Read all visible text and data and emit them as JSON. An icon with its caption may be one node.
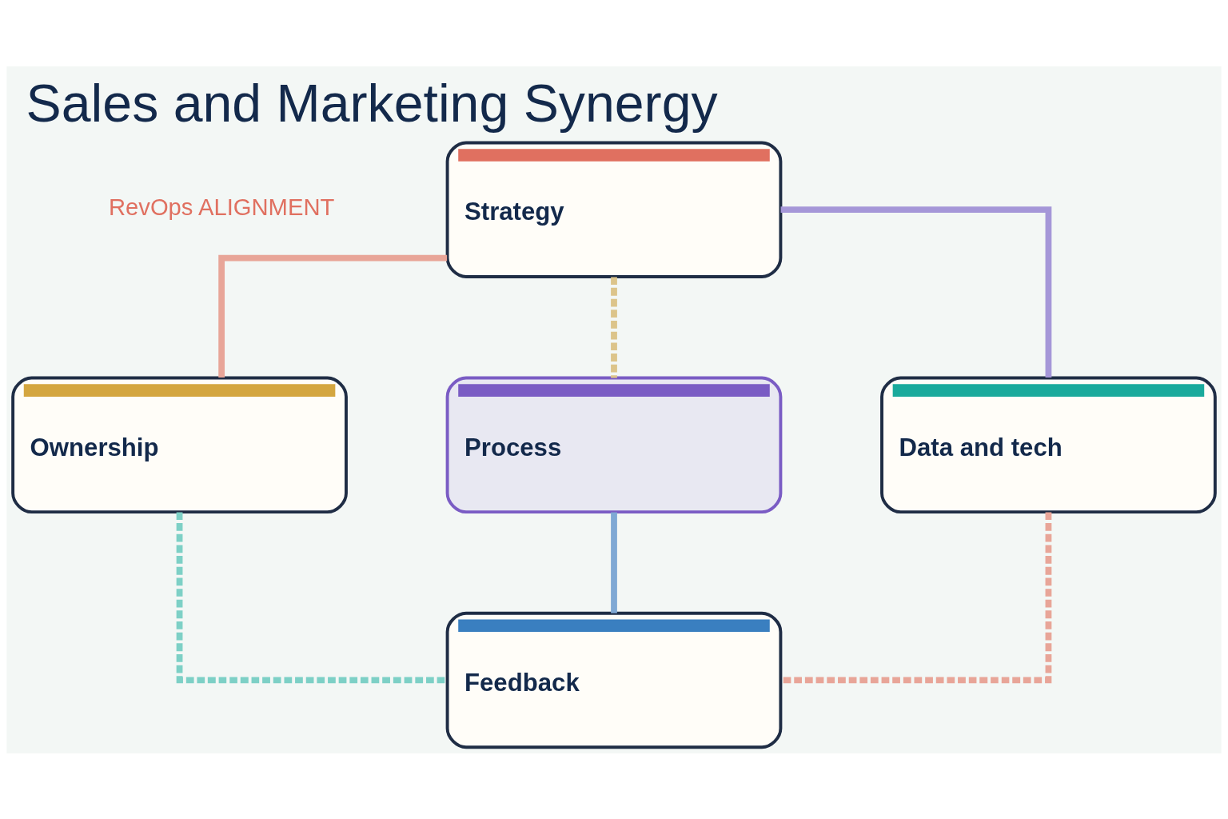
{
  "diagram": {
    "title": "Sales and Marketing Synergy",
    "nodes": [
      {
        "text": [
          "Strategy"
        ]
      },
      {
        "text": [
          "Ownership"
        ]
      },
      {
        "text": [
          "Process"
        ]
      },
      {
        "text": [
          "Data and tech"
        ]
      },
      {
        "text": [
          "Feedback"
        ]
      }
    ],
    "edges": [
      {
        "from": 0,
        "to": 1,
        "arrow": "none",
        "color": "#e8a598"
      },
      {
        "from": 0,
        "to": 3,
        "arrow": "none",
        "color": "#a597d8"
      },
      {
        "from": 0,
        "to": 2,
        "arrow": "none",
        "style": "dashed",
        "color": "#dcc48a"
      },
      {
        "from": 1,
        "to": 4,
        "arrow": "none",
        "style": "dashed",
        "color": "#7dd0c6"
      },
      {
        "from": 2,
        "to": 4,
        "arrow": "none",
        "color": "#7fa8d4"
      },
      {
        "from": 3,
        "to": 4,
        "arrow": "none",
        "style": "dashed",
        "color": "#e8a598"
      }
    ],
    "labels": [
      "RevOps ALIGNMENT"
    ]
  }
}
